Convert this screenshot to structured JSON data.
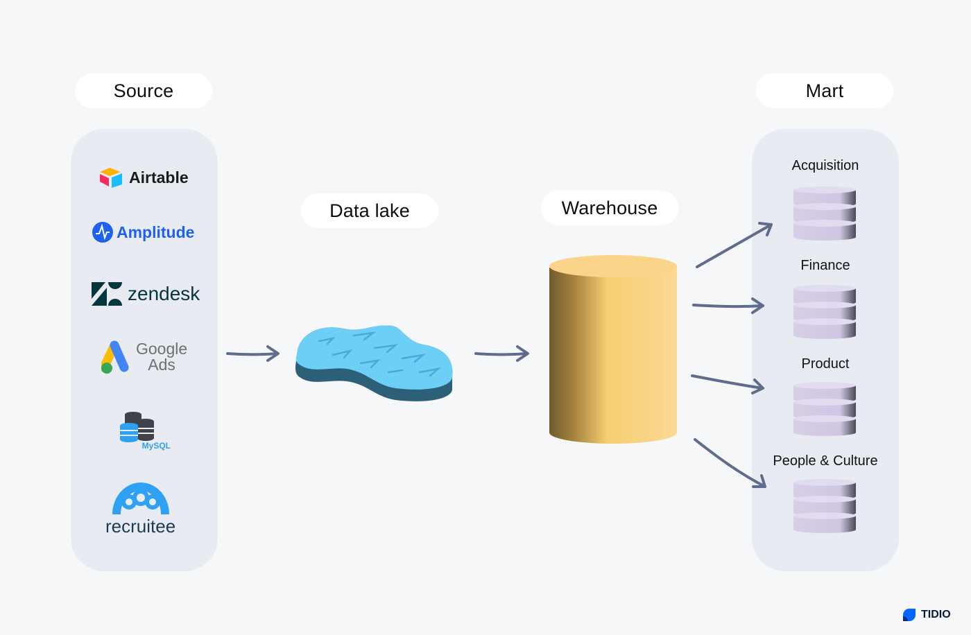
{
  "source": {
    "title": "Source",
    "items": [
      {
        "name": "Airtable"
      },
      {
        "name": "Amplitude"
      },
      {
        "name": "zendesk"
      },
      {
        "name_line1": "Google",
        "name_line2": "Ads"
      },
      {
        "name": "MySQL"
      },
      {
        "name": "recruitee"
      }
    ]
  },
  "lake": {
    "title": "Data lake"
  },
  "warehouse": {
    "title": "Warehouse"
  },
  "mart": {
    "title": "Mart",
    "items": [
      "Acquisition",
      "Finance",
      "Product",
      "People & Culture"
    ]
  },
  "brand": {
    "name": "TIDIO"
  },
  "colors": {
    "background": "#f5f7f9",
    "panel": "#e8ecf2",
    "arrow": "#5f6c8c",
    "lake": "#6ecff6",
    "lake_edge": "#2c5f78",
    "warehouse": "#f9d48a",
    "mart_db": "#d6cfe6"
  }
}
